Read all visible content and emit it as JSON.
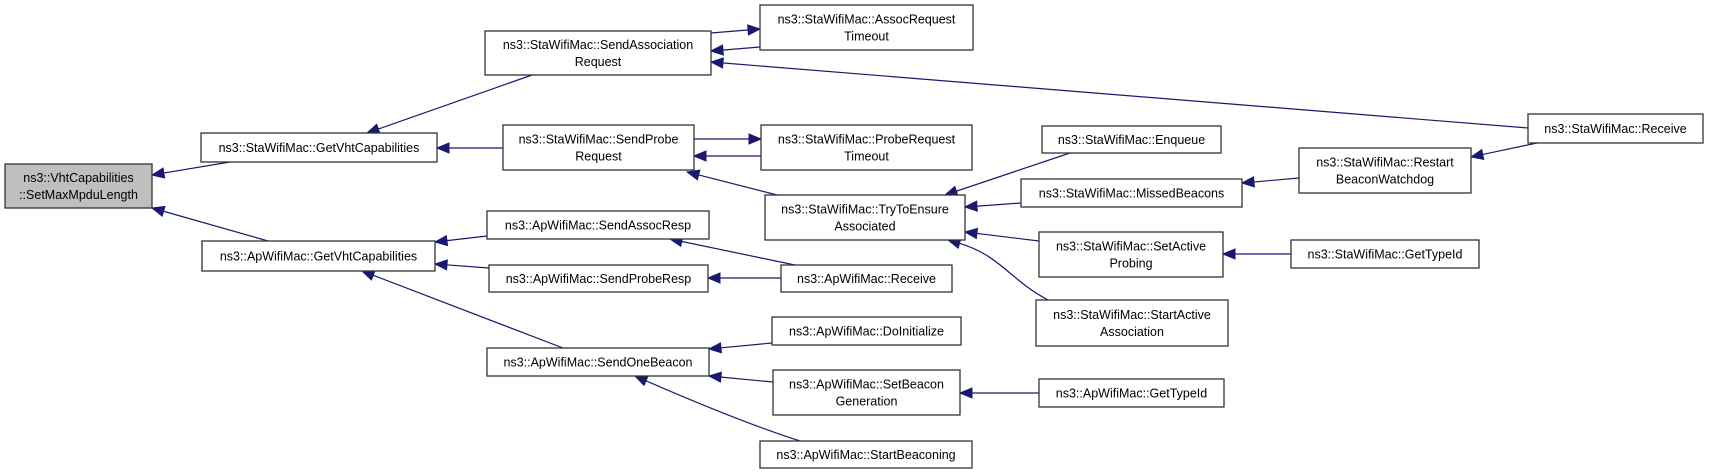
{
  "title": "Caller graph of ns3::VhtCapabilities::SetMaxMpduLength",
  "colors": {
    "edge": "#191970",
    "root_fill": "#bfbfbf",
    "node_fill": "#ffffff",
    "node_stroke": "#333333"
  },
  "nodes": [
    {
      "id": "root",
      "lines": [
        "ns3::VhtCapabilities",
        "::SetMaxMpduLength"
      ],
      "root": true
    },
    {
      "id": "sta_getvht",
      "lines": [
        "ns3::StaWifiMac::GetVhtCapabilities"
      ]
    },
    {
      "id": "ap_getvht",
      "lines": [
        "ns3::ApWifiMac::GetVhtCapabilities"
      ]
    },
    {
      "id": "sta_sendassoc",
      "lines": [
        "ns3::StaWifiMac::SendAssociation",
        "Request"
      ]
    },
    {
      "id": "sta_assoctimeout",
      "lines": [
        "ns3::StaWifiMac::AssocRequest",
        "Timeout"
      ]
    },
    {
      "id": "sta_sendprobe",
      "lines": [
        "ns3::StaWifiMac::SendProbe",
        "Request"
      ]
    },
    {
      "id": "sta_probetimeout",
      "lines": [
        "ns3::StaWifiMac::ProbeRequest",
        "Timeout"
      ]
    },
    {
      "id": "sta_trytoensure",
      "lines": [
        "ns3::StaWifiMac::TryToEnsure",
        "Associated"
      ]
    },
    {
      "id": "sta_receive",
      "lines": [
        "ns3::StaWifiMac::Receive"
      ]
    },
    {
      "id": "sta_enqueue",
      "lines": [
        "ns3::StaWifiMac::Enqueue"
      ]
    },
    {
      "id": "sta_missed",
      "lines": [
        "ns3::StaWifiMac::MissedBeacons"
      ]
    },
    {
      "id": "sta_restart",
      "lines": [
        "ns3::StaWifiMac::Restart",
        "BeaconWatchdog"
      ]
    },
    {
      "id": "sta_setactive",
      "lines": [
        "ns3::StaWifiMac::SetActive",
        "Probing"
      ]
    },
    {
      "id": "sta_gettypeid",
      "lines": [
        "ns3::StaWifiMac::GetTypeId"
      ]
    },
    {
      "id": "sta_startactive",
      "lines": [
        "ns3::StaWifiMac::StartActive",
        "Association"
      ]
    },
    {
      "id": "ap_sendassocresp",
      "lines": [
        "ns3::ApWifiMac::SendAssocResp"
      ]
    },
    {
      "id": "ap_sendproberesp",
      "lines": [
        "ns3::ApWifiMac::SendProbeResp"
      ]
    },
    {
      "id": "ap_receive",
      "lines": [
        "ns3::ApWifiMac::Receive"
      ]
    },
    {
      "id": "ap_sendonebeacon",
      "lines": [
        "ns3::ApWifiMac::SendOneBeacon"
      ]
    },
    {
      "id": "ap_doinit",
      "lines": [
        "ns3::ApWifiMac::DoInitialize"
      ]
    },
    {
      "id": "ap_setbeacongen",
      "lines": [
        "ns3::ApWifiMac::SetBeacon",
        "Generation"
      ]
    },
    {
      "id": "ap_gettypeid",
      "lines": [
        "ns3::ApWifiMac::GetTypeId"
      ]
    },
    {
      "id": "ap_startbeaconing",
      "lines": [
        "ns3::ApWifiMac::StartBeaconing"
      ]
    }
  ],
  "edges": [
    {
      "from": "sta_getvht",
      "to": "root"
    },
    {
      "from": "ap_getvht",
      "to": "root"
    },
    {
      "from": "sta_sendassoc",
      "to": "sta_getvht"
    },
    {
      "from": "sta_sendprobe",
      "to": "sta_getvht"
    },
    {
      "from": "sta_sendassoc",
      "to": "sta_assoctimeout"
    },
    {
      "from": "sta_assoctimeout",
      "to": "sta_sendassoc"
    },
    {
      "from": "sta_receive",
      "to": "sta_sendassoc"
    },
    {
      "from": "sta_sendprobe",
      "to": "sta_probetimeout"
    },
    {
      "from": "sta_probetimeout",
      "to": "sta_sendprobe"
    },
    {
      "from": "sta_trytoensure",
      "to": "sta_sendprobe"
    },
    {
      "from": "sta_enqueue",
      "to": "sta_trytoensure"
    },
    {
      "from": "sta_missed",
      "to": "sta_trytoensure"
    },
    {
      "from": "sta_setactive",
      "to": "sta_trytoensure"
    },
    {
      "from": "sta_startactive",
      "to": "sta_trytoensure"
    },
    {
      "from": "sta_restart",
      "to": "sta_missed"
    },
    {
      "from": "sta_receive",
      "to": "sta_restart"
    },
    {
      "from": "sta_gettypeid",
      "to": "sta_setactive"
    },
    {
      "from": "ap_sendassocresp",
      "to": "ap_getvht"
    },
    {
      "from": "ap_sendproberesp",
      "to": "ap_getvht"
    },
    {
      "from": "ap_sendonebeacon",
      "to": "ap_getvht"
    },
    {
      "from": "ap_receive",
      "to": "ap_sendassocresp"
    },
    {
      "from": "ap_receive",
      "to": "ap_sendproberesp"
    },
    {
      "from": "ap_doinit",
      "to": "ap_sendonebeacon"
    },
    {
      "from": "ap_setbeacongen",
      "to": "ap_sendonebeacon"
    },
    {
      "from": "ap_startbeaconing",
      "to": "ap_sendonebeacon"
    },
    {
      "from": "ap_gettypeid",
      "to": "ap_setbeacongen"
    }
  ]
}
